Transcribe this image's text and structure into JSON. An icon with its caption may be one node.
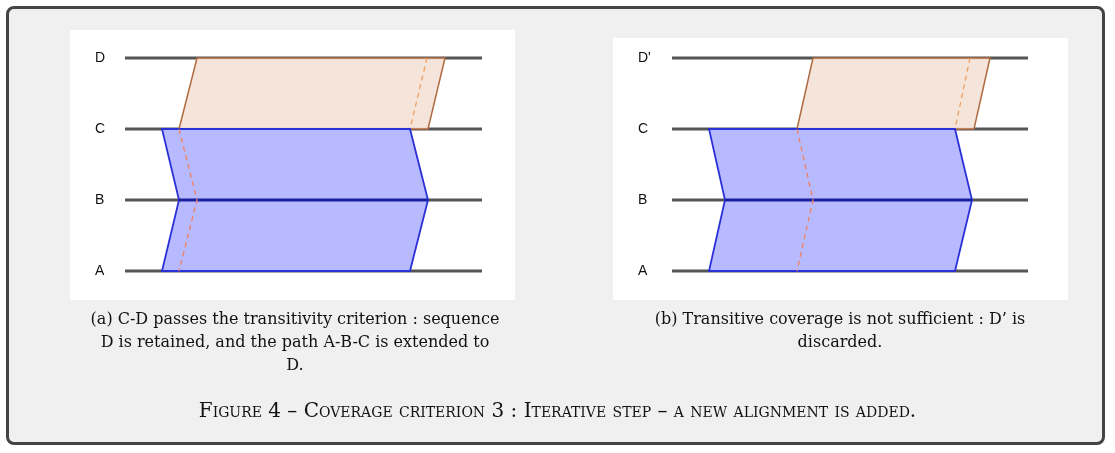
{
  "diagram": {
    "caption": "Figure 4 – Coverage criterion 3 : Iterative step – a new alignment is added.",
    "nodes": [
      {
        "text": [
          "(a) C-D passes the transitivity criterion : sequence D is retained, and the path A-B-C is extended to D."
        ]
      },
      {
        "text": [
          "(b) Transitive coverage is not sufficient : D’ is discarded."
        ]
      }
    ],
    "labels": [
      "D",
      "C",
      "B",
      "A",
      "D'",
      "C",
      "B",
      "A"
    ]
  }
}
